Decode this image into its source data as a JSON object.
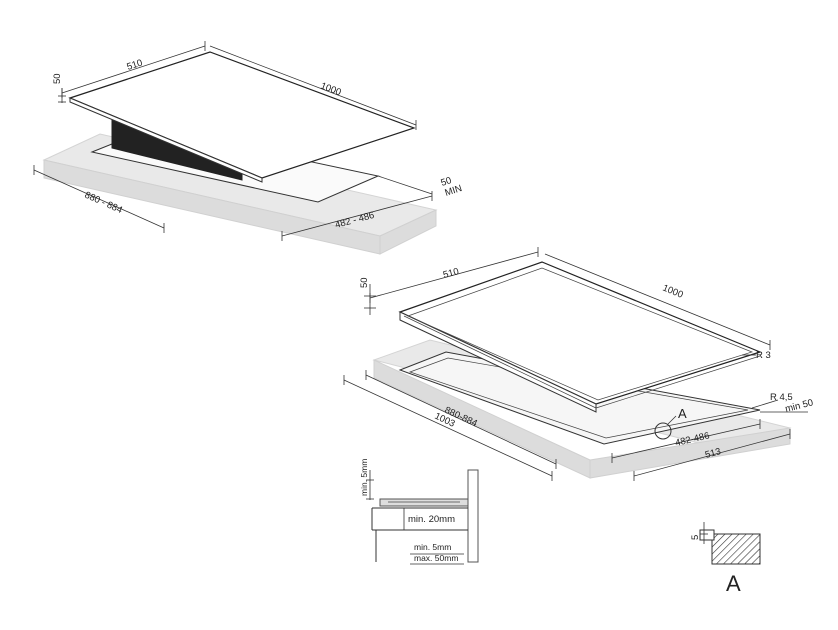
{
  "top_view": {
    "dim_depth": "510",
    "dim_width": "1000",
    "dim_height": "50",
    "dim_cutout_width": "880 - 884",
    "dim_cutout_depth": "482 - 486",
    "dim_min_label_value": "50",
    "dim_min_label_word": "MIN"
  },
  "bottom_view": {
    "dim_depth": "510",
    "dim_width": "1000",
    "dim_height": "50",
    "dim_radius_top": "R 3",
    "dim_radius_corner": "R 4,5",
    "dim_min_50": "min 50",
    "dim_cutout_width": "880-884",
    "dim_outer_width": "1003",
    "dim_cutout_depth": "482-486",
    "dim_outer_depth": "513",
    "detail_marker": "A"
  },
  "section_detail": {
    "min_5mm_top": "min. 5mm",
    "min_20mm": "min. 20mm",
    "min_5mm": "min. 5mm",
    "max_50mm": "max. 50mm"
  },
  "edge_detail": {
    "dim": "5",
    "label": "A"
  }
}
